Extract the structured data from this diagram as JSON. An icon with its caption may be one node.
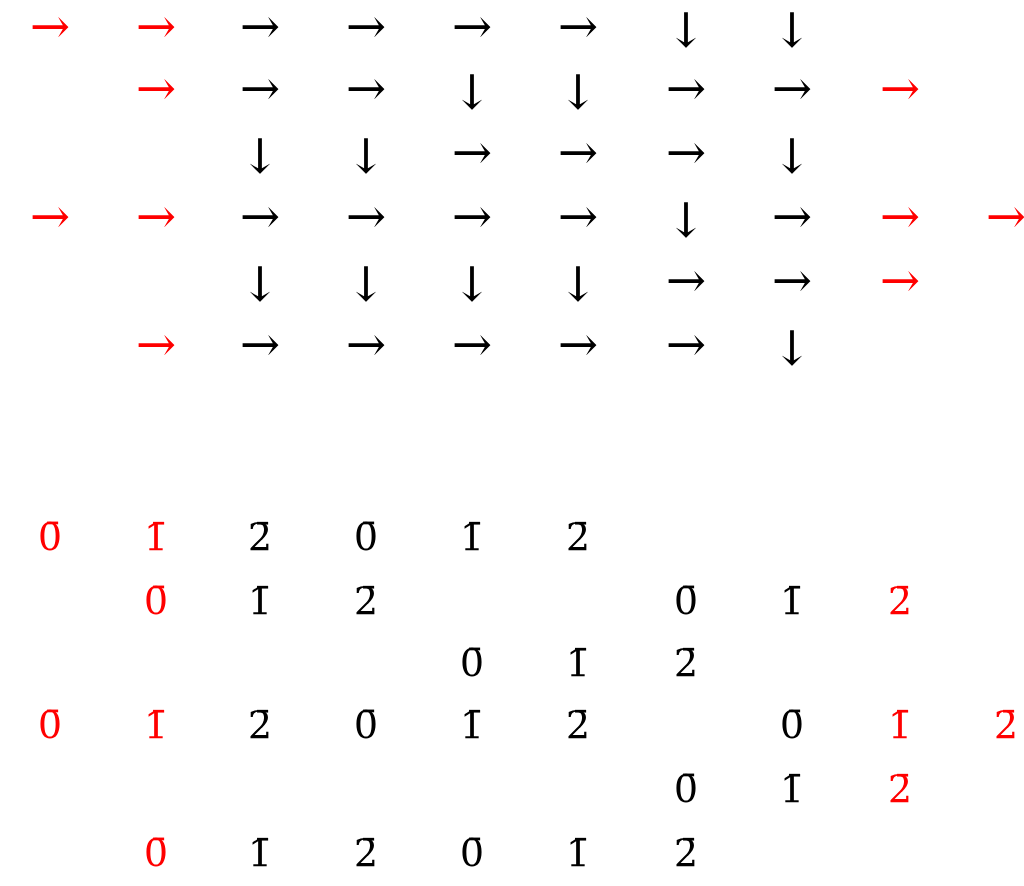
{
  "diagram": {
    "labels": [
      "→",
      "→",
      "→",
      "→",
      "→",
      "→",
      "↓",
      "↓",
      "→",
      "→",
      "→",
      "↓",
      "↓",
      "→",
      "→",
      "→",
      "↓",
      "↓",
      "→",
      "→",
      "→",
      "↓",
      "→",
      "→",
      "→",
      "→",
      "→",
      "→",
      "↓",
      "→",
      "→",
      "→",
      "↓",
      "↓",
      "↓",
      "↓",
      "→",
      "→",
      "→",
      "→",
      "→",
      "→",
      "→",
      "→",
      "→",
      "↓",
      "0̄",
      "1̄",
      "2̄",
      "0̄",
      "1̄",
      "2̄",
      "0̄",
      "1̄",
      "2̄",
      "0̄",
      "1̄",
      "2̄",
      "0̄",
      "1̄",
      "2̄",
      "0̄",
      "1̄",
      "2̄",
      "0̄",
      "1̄",
      "2̄",
      "0̄",
      "1̄",
      "2̄",
      "0̄",
      "1̄",
      "2̄",
      "0̄",
      "1̄",
      "2̄",
      "0̄",
      "1̄",
      "2̄"
    ]
  }
}
